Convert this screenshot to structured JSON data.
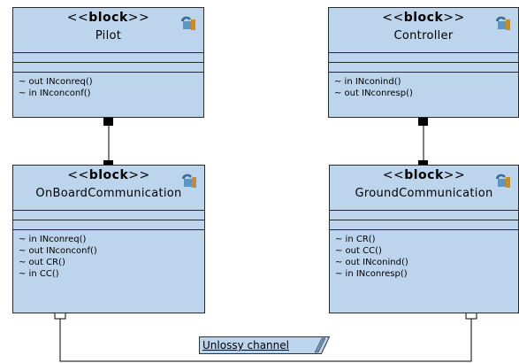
{
  "diagram": {
    "blocks": [
      {
        "id": "pilot",
        "stereotype_prefix": "<<",
        "stereotype_keyword": "block",
        "stereotype_suffix": ">>",
        "name": "Pilot",
        "operations": [
          "~ out INconreq()",
          "~ in INconconf()"
        ]
      },
      {
        "id": "controller",
        "stereotype_prefix": "<<",
        "stereotype_keyword": "block",
        "stereotype_suffix": ">>",
        "name": "Controller",
        "operations": [
          "~ in INconind()",
          "~ out INconresp()"
        ]
      },
      {
        "id": "onboard",
        "stereotype_prefix": "<<",
        "stereotype_keyword": "block",
        "stereotype_suffix": ">>",
        "name": "OnBoardCommunication",
        "operations": [
          "~ in INconreq()",
          "~ out INconconf()",
          "~ out CR()",
          "~ in CC()"
        ]
      },
      {
        "id": "ground",
        "stereotype_prefix": "<<",
        "stereotype_keyword": "block",
        "stereotype_suffix": ">>",
        "name": "GroundCommunication",
        "operations": [
          "~ in CR()",
          "~ out CC()",
          "~ out INconind()",
          "~ in INconresp()"
        ]
      }
    ],
    "channel_label": "Unlossy channel",
    "colors": {
      "block_fill": "#bdd5ec",
      "border": "#2a2a2a",
      "port_filled": "#000000",
      "port_open": "#ffffff",
      "note_fill": "#bdd5ec"
    },
    "icon": "block-icon"
  }
}
